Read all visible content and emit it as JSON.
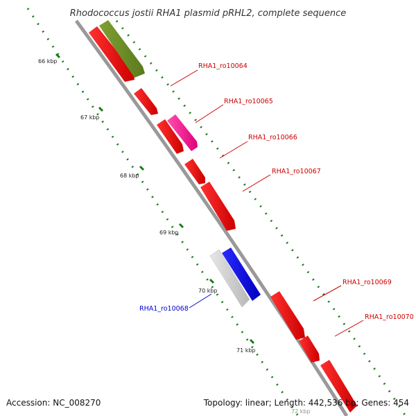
{
  "title": "Rhodococcus jostii RHA1 plasmid pRHL2, complete sequence",
  "accession_text": "Accession: NC_008270",
  "summary_text": "Topology: linear; Length: 442,536 bp; Genes: 454",
  "colors": {
    "backbone": "#999999",
    "tick": "#1a7a1a",
    "red_gene": "#ff0000",
    "olive_gene": "#6b8e23",
    "magenta_gene": "#ff1493",
    "blue_gene": "#0000ff",
    "grey_gene": "#cccccc",
    "label_red": "#cc0000",
    "label_blue": "#0000cc"
  },
  "kbp_ticks": [
    "66 kbp",
    "67 kbp",
    "68 kbp",
    "69 kbp",
    "70 kbp",
    "71 kbp",
    "72 kbp"
  ],
  "gene_labels": [
    {
      "text": "RHA1_ro10064",
      "color": "#cc0000"
    },
    {
      "text": "RHA1_ro10065",
      "color": "#cc0000"
    },
    {
      "text": "RHA1_ro10066",
      "color": "#cc0000"
    },
    {
      "text": "RHA1_ro10067",
      "color": "#cc0000"
    },
    {
      "text": "RHA1_ro10068",
      "color": "#0000cc"
    },
    {
      "text": "RHA1_ro10069",
      "color": "#cc0000"
    },
    {
      "text": "RHA1_ro10070",
      "color": "#cc0000"
    }
  ]
}
